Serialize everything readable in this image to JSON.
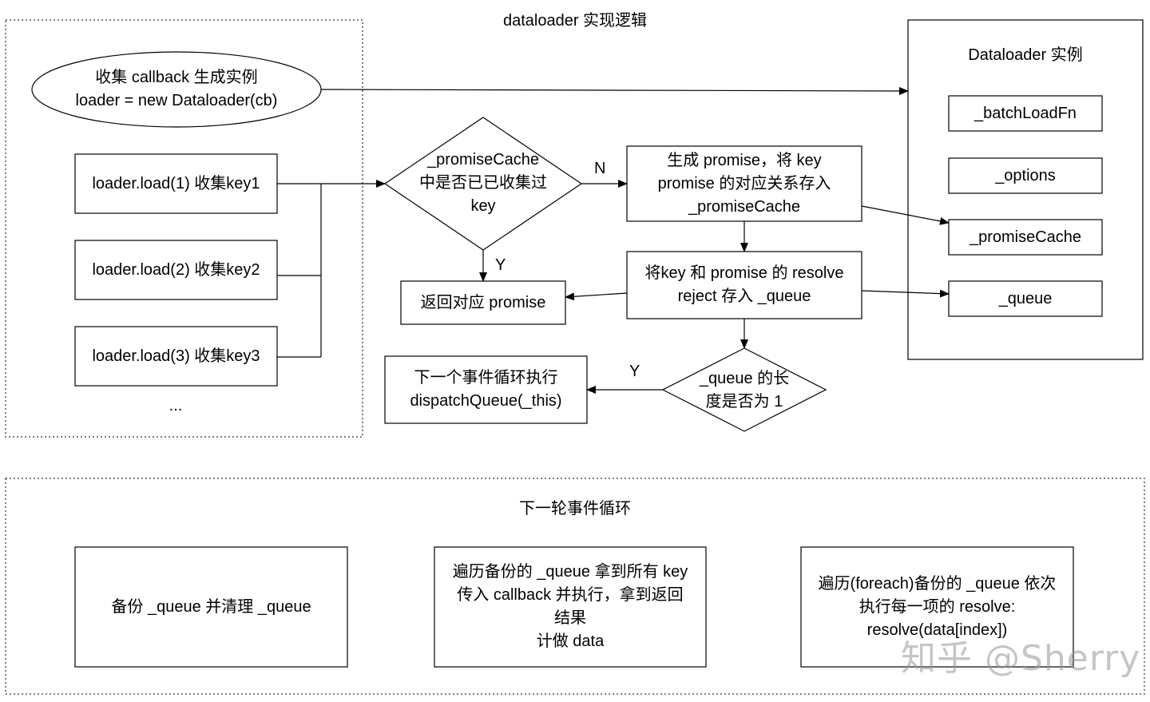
{
  "diagram": {
    "title": "dataloader 实现逻辑",
    "next_loop_title": "下一轮事件循环",
    "ellipse_collect": "收集 callback 生成实例\nloader = new Dataloader(cb)",
    "load_calls": [
      "loader.load(1) 收集key1",
      "loader.load(2) 收集key2",
      "loader.load(3) 收集key3"
    ],
    "ellipsis": "...",
    "decision_cache": "_promiseCache\n中是否已已收集过\nkey",
    "label_n": "N",
    "label_y_cache": "Y",
    "create_promise": "生成 promise，将 key\npromise 的对应关系存入\n_promiseCache",
    "return_promise": "返回对应 promise",
    "store_resolve": "将key 和 promise 的 resolve\nreject 存入 _queue",
    "decision_queue": "_queue 的长\n度是否为 1",
    "label_y_queue": "Y",
    "dispatch": "下一个事件循环执行\ndispatchQueue(_this)",
    "instance_title": "Dataloader 实例",
    "instance_fields": [
      "_batchLoadFn",
      "_options",
      "_promiseCache",
      "_queue"
    ],
    "next_loop_steps": [
      "备份 _queue 并清理 _queue",
      "遍历备份的 _queue 拿到所有 key\n传入 callback 并执行，拿到返回\n结果\n计做 data",
      "遍历(foreach)备份的 _queue 依次\n执行每一项的 resolve:\nresolve(data[index])"
    ],
    "watermark": "知乎 @Sherry"
  }
}
